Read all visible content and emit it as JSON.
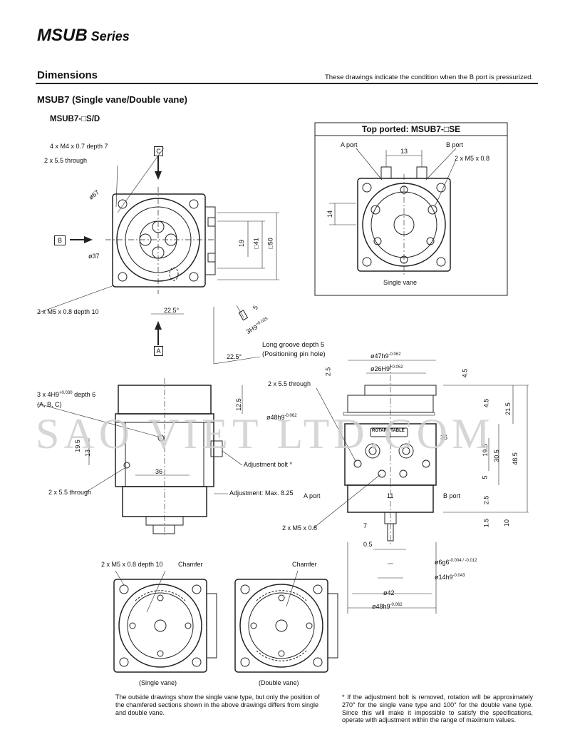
{
  "header": {
    "series_main": "MSUB",
    "series_suffix": " Series",
    "section_title": "Dimensions",
    "section_note": "These drawings indicate the condition when the B port is pressurized.",
    "model_title": "MSUB7 (Single vane/Double vane)",
    "model_sub": "MSUB7-□S/D"
  },
  "top_ported": {
    "title": "Top ported: MSUB7-□SE",
    "a_port": "A port",
    "b_port": "B port",
    "dim_13": "13",
    "dim_14": "14",
    "thread": "2 x M5 x 0.8",
    "caption": "Single vane"
  },
  "front_view": {
    "m4": "4 x M4 x 0.7 depth 7",
    "through": "2 x 5.5 through",
    "d67": "ø67",
    "d37": "ø37",
    "port_c": "C",
    "port_b": "B",
    "port_a": "A",
    "dim_19": "19",
    "dim_41": "□41",
    "dim_50": "□50",
    "m5_depth": "2 x M5 x 0.8 depth 10",
    "angle": "22.5°",
    "angle2": "22.5°",
    "dim_5": "5",
    "h9": "3H9",
    "h9_tol": "+0.025",
    "groove": "Long groove depth 5",
    "groove2": "(Positioning pin hole)"
  },
  "side_view": {
    "h9_holes": "3 x 4H9",
    "h9_tol": "+0.030",
    "h9_depth": "depth 6",
    "abc": "(A, B, C)",
    "dim_12_5": "12.5",
    "dim_19_5": "19.5",
    "dim_13": "13",
    "dim_36": "36",
    "through": "2 x 5.5 through",
    "adj_bolt": "Adjustment bolt *",
    "adj_max": "Adjustment: Max. 8.25"
  },
  "right_view": {
    "d47": "ø47h9",
    "d47_tol": "-0.062",
    "d26": "ø26H9",
    "d26_tol": "+0.052",
    "through": "2 x 5.5 through",
    "d48": "ø48h9",
    "d48_tol": "-0.062",
    "dim_2_5": "2.5",
    "dim_4_5a": "4.5",
    "dim_4_5b": "4.5",
    "dim_21_5": "21.5",
    "dim_36": "36",
    "dim_19_5": "19.5",
    "dim_30_5": "30.5",
    "dim_48_5": "48.5",
    "dim_5": "5",
    "dim_2_5b": "2.5",
    "dim_1_5": "1.5",
    "dim_10": "10",
    "dim_11": "11",
    "dim_7": "7",
    "dim_0_5": "0.5",
    "a_port": "A port",
    "b_port": "B port",
    "thread": "2 x M5 x 0.8",
    "plate": "ROTARY TABLE",
    "d6": "ø6g6",
    "d6_tol": "-0.004 / -0.012",
    "d14": "ø14h9",
    "d14_tol": "-0.043",
    "d42": "ø42",
    "d48b": "ø48h9",
    "d48b_tol": "-0.062"
  },
  "bottom_views": {
    "m5_depth": "2 x M5 x 0.8 depth 10",
    "chamfer1": "Chamfer",
    "chamfer2": "Chamfer",
    "single": "(Single vane)",
    "double": "(Double vane)"
  },
  "footnotes": {
    "left": "The outside drawings show the single vane type, but only the position of the chamfered sections shown in the above drawings differs from single and double vane.",
    "right": "* If the adjustment bolt is removed, rotation will be approximately 270° for the single vane type and 100° for the double vane type. Since this will make it impossible to satisfy the specifications, operate with adjustment within the range of maximum values."
  },
  "watermark": "SAO VIET LTD.COM"
}
